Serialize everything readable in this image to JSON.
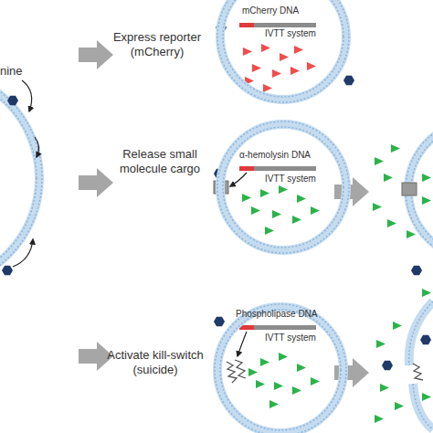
{
  "diagram": {
    "nodes": [
      {
        "text": [
          "mCherry DNA",
          "IVTT system"
        ]
      },
      {
        "text": [
          "α-hemolysin DNA",
          "IVTT system"
        ]
      },
      {
        "text": [
          "Phospholipase DNA",
          "IVTT system"
        ]
      }
    ],
    "labels": [
      "nine",
      "Express reporter (mCherry)",
      "Release small molecule cargo",
      "Activate kill-switch (suicide)"
    ]
  }
}
